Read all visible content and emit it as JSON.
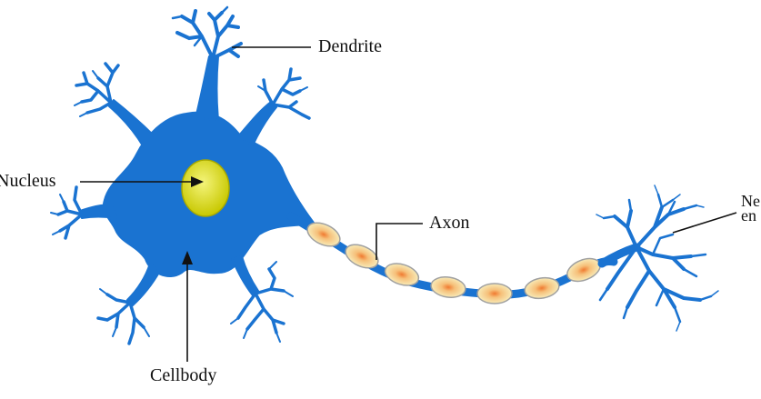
{
  "labels": {
    "dendrite": "Dendrite",
    "nucleus": "Nucleus",
    "axon": "Axon",
    "cellbody": "Cellbody",
    "nerve_ending_line1": "Ne",
    "nerve_ending_line2": "en"
  },
  "colors": {
    "neuron": "#1a73d1",
    "nucleus": "#d9d90a",
    "nucleus_highlight": "#f2f27a",
    "myelin_fill": "#f7efb0",
    "myelin_edge": "#9a9a9a",
    "myelin_core": "#f08a3a",
    "pointer": "#111111"
  }
}
